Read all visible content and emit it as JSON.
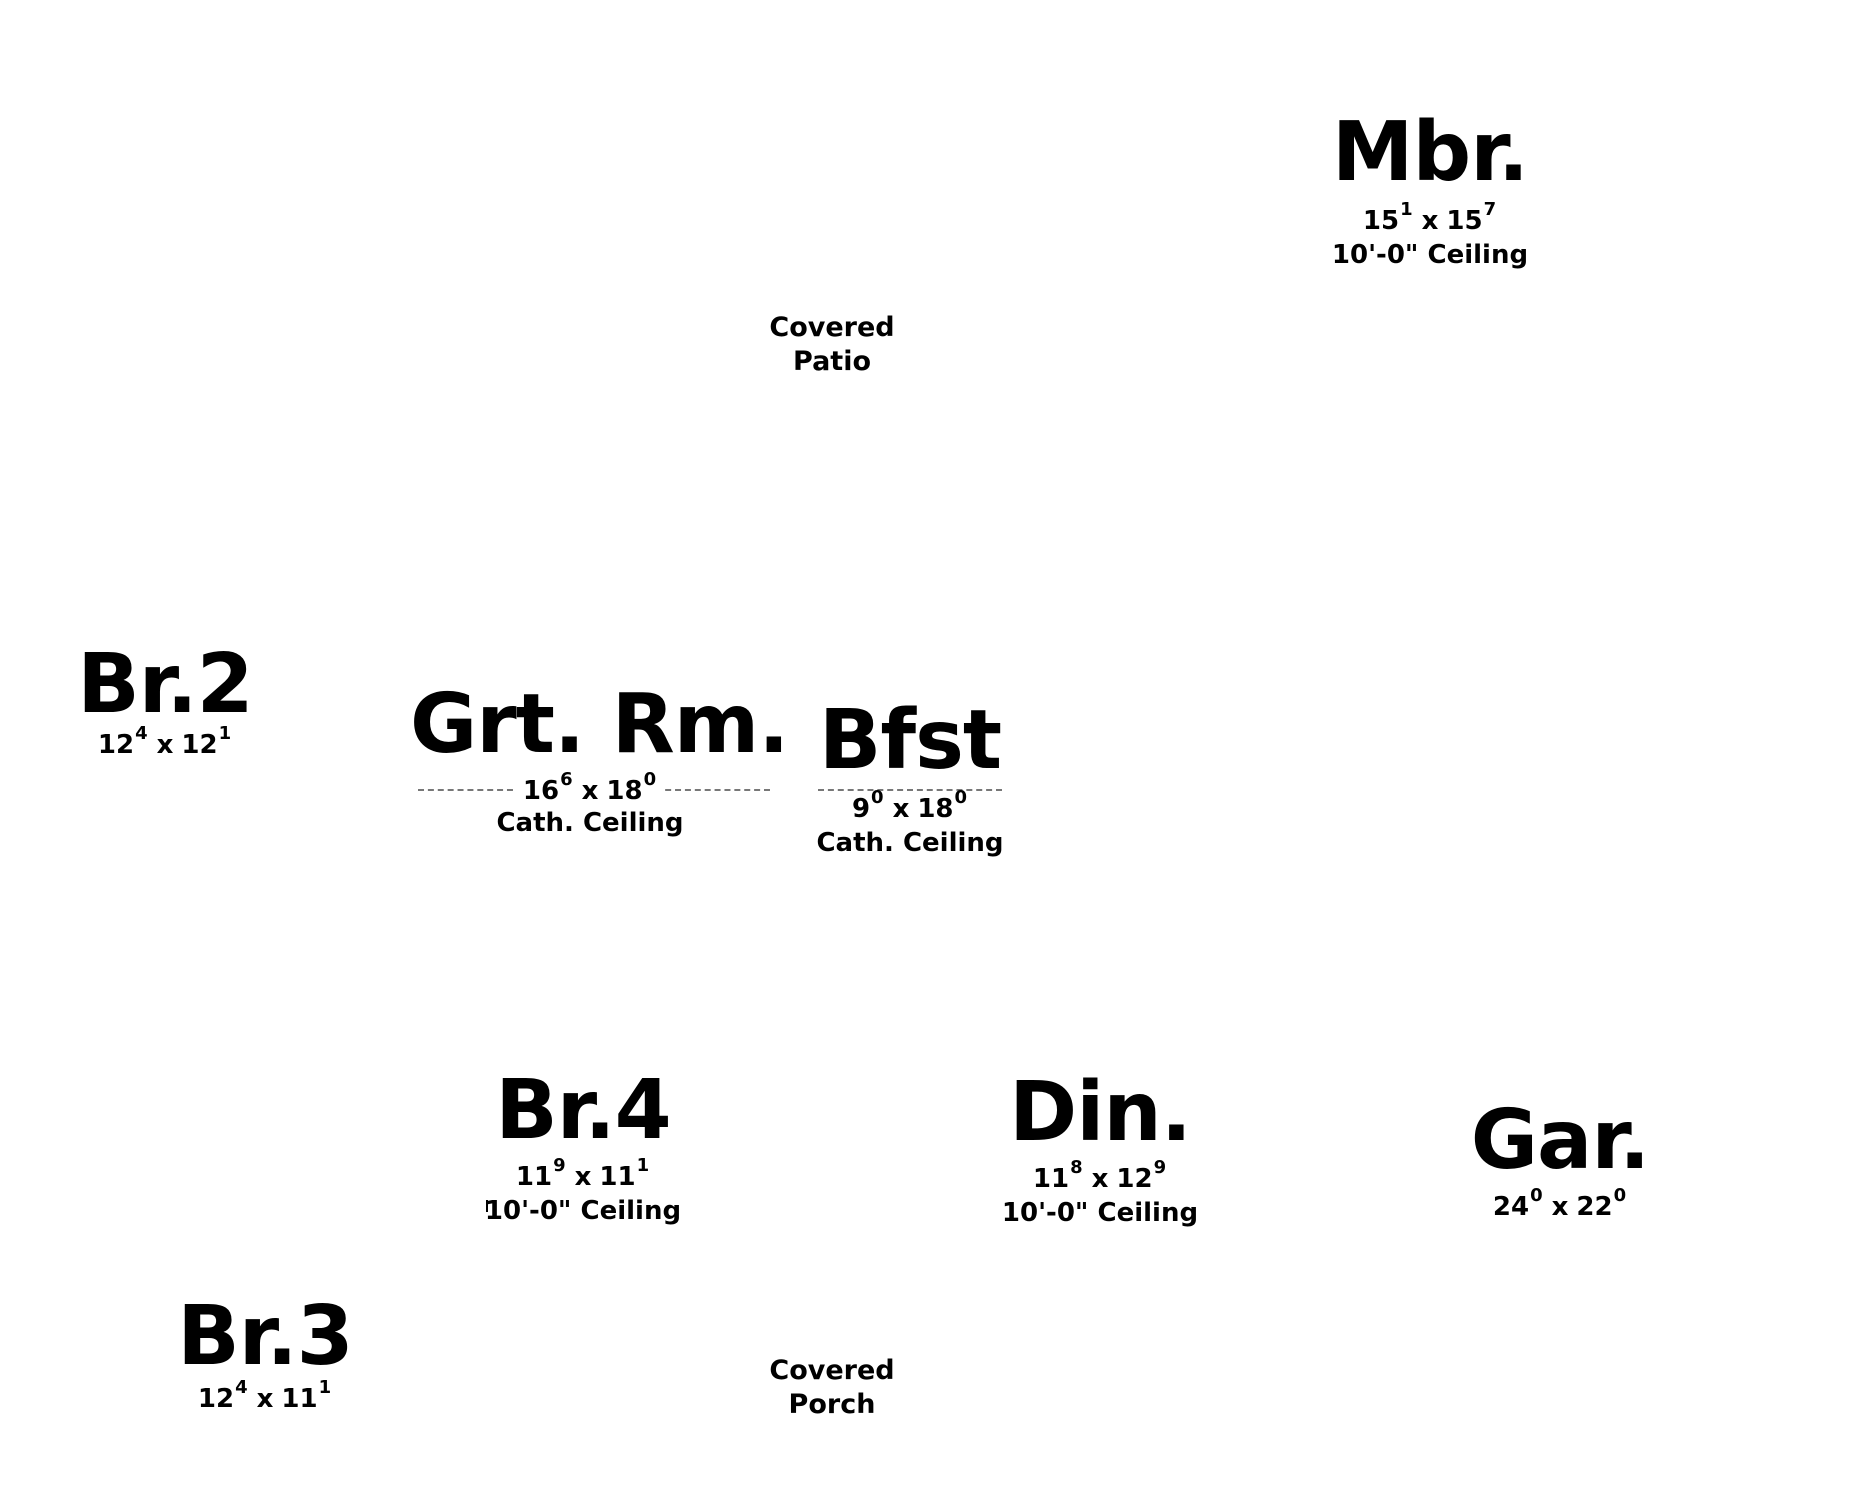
{
  "rooms": {
    "mbr": {
      "name": "Mbr.",
      "width_main": "15",
      "width_sup": "1",
      "length_main": "15",
      "length_sup": "7",
      "ceiling": "10'-0\" Ceiling"
    },
    "br2": {
      "name": "Br.2",
      "width_main": "12",
      "width_sup": "4",
      "length_main": "12",
      "length_sup": "1"
    },
    "grt_rm": {
      "name": "Grt. Rm.",
      "width_main": "16",
      "width_sup": "6",
      "length_main": "18",
      "length_sup": "0",
      "ceiling": "Cath. Ceiling"
    },
    "bfst": {
      "name": "Bfst",
      "width_main": "9",
      "width_sup": "0",
      "length_main": "18",
      "length_sup": "0",
      "ceiling": "Cath. Ceiling"
    },
    "br4": {
      "name": "Br.4",
      "width_main": "11",
      "width_sup": "9",
      "length_main": "11",
      "length_sup": "1",
      "ceiling": "10'-0\" Ceiling"
    },
    "din": {
      "name": "Din.",
      "width_main": "11",
      "width_sup": "8",
      "length_main": "12",
      "length_sup": "9",
      "ceiling": "10'-0\" Ceiling"
    },
    "gar": {
      "name": "Gar.",
      "width_main": "24",
      "width_sup": "0",
      "length_main": "22",
      "length_sup": "0"
    },
    "br3": {
      "name": "Br.3",
      "width_main": "12",
      "width_sup": "4",
      "length_main": "11",
      "length_sup": "1"
    }
  },
  "labels": {
    "patio_line1": "Covered",
    "patio_line2": "Patio",
    "porch_line1": "Covered",
    "porch_line2": "Porch"
  },
  "separator": "x"
}
